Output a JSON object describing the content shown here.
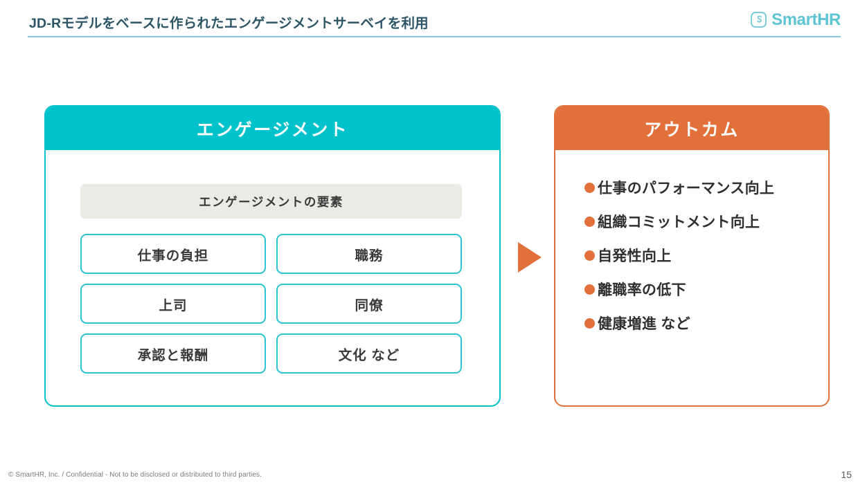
{
  "header": {
    "title": "JD-Rモデルをベースに作られたエンゲージメントサーベイを利用",
    "rule_color": "#8ac6e0",
    "logo": {
      "icon_name": "smarthr-s-logo-icon",
      "text": "SmartHR",
      "color": "#5ec4d4"
    }
  },
  "diagram": {
    "engagement_panel": {
      "heading": "エンゲージメント",
      "accent_color": "#00c2cb",
      "subtitle": "エンゲージメントの要素",
      "subtitle_bg": "#ebeae5",
      "elements": [
        {
          "label": "仕事の負担"
        },
        {
          "label": "職務"
        },
        {
          "label": "上司"
        },
        {
          "label": "同僚"
        },
        {
          "label": "承認と報酬"
        },
        {
          "label": "文化 など"
        }
      ]
    },
    "arrow": {
      "icon_name": "right-triangle-arrow-icon",
      "color": "#e2703a"
    },
    "outcome_panel": {
      "heading": "アウトカム",
      "accent_color": "#e2703a",
      "items": [
        {
          "label": "仕事のパフォーマンス向上"
        },
        {
          "label": "組織コミットメント向上"
        },
        {
          "label": "自発性向上"
        },
        {
          "label": "離職率の低下"
        },
        {
          "label": "健康増進 など"
        }
      ]
    }
  },
  "footer": {
    "confidential_note": "© SmartHR, Inc. / Confidential - Not to be disclosed or distributed to third parties.",
    "page_number": "15"
  }
}
